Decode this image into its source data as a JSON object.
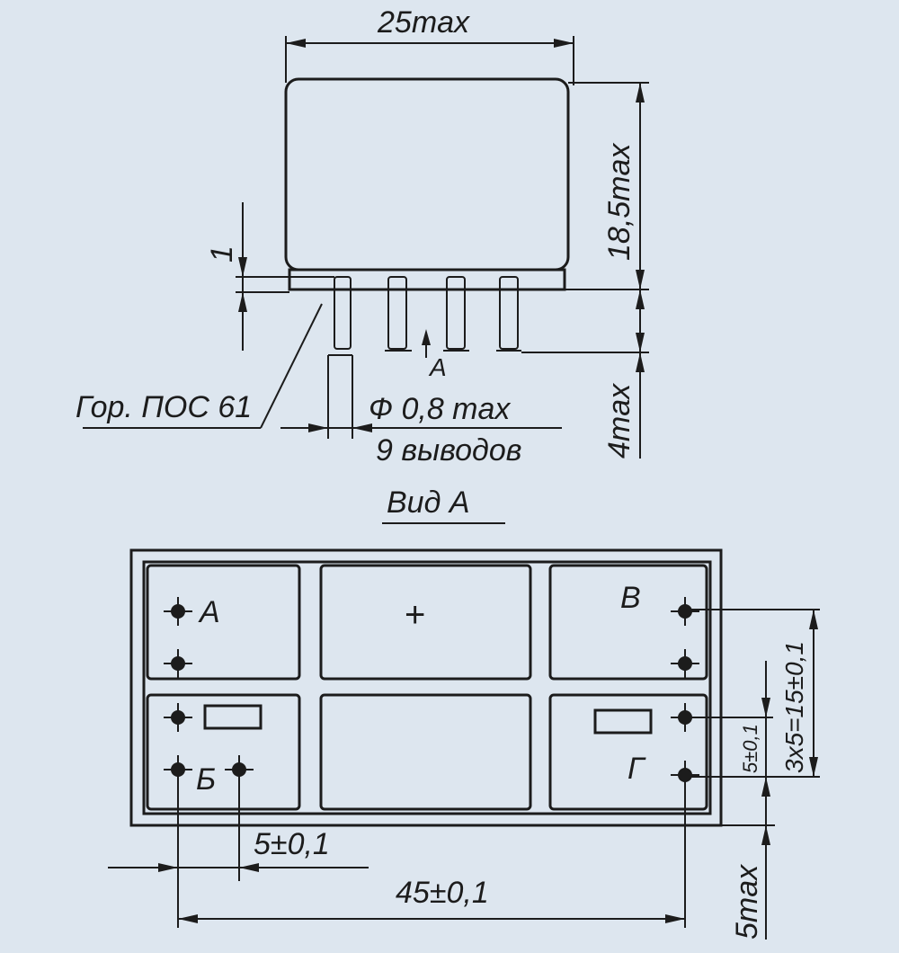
{
  "top_view": {
    "width_dim": "25max",
    "height_dim": "18,5max",
    "gap_dim": "1",
    "pin_length_dim": "4max",
    "solder_note": "Гор. ПОС 61",
    "pin_diameter": "Ф 0,8 max",
    "pin_count": "9 выводов",
    "view_arrow_label": "A"
  },
  "view_title": "Вид А",
  "bottom_view": {
    "label_a": "A",
    "label_v": "В",
    "label_b": "Б",
    "label_g": "Г",
    "center_mark": "+",
    "pitch_total_dim": "3x5=15±0,1",
    "pitch_vertical_dim": "5±0,1",
    "pitch_horizontal_dim": "5±0,1",
    "span_dim": "45±0,1",
    "pin_length_dim": "5max"
  }
}
